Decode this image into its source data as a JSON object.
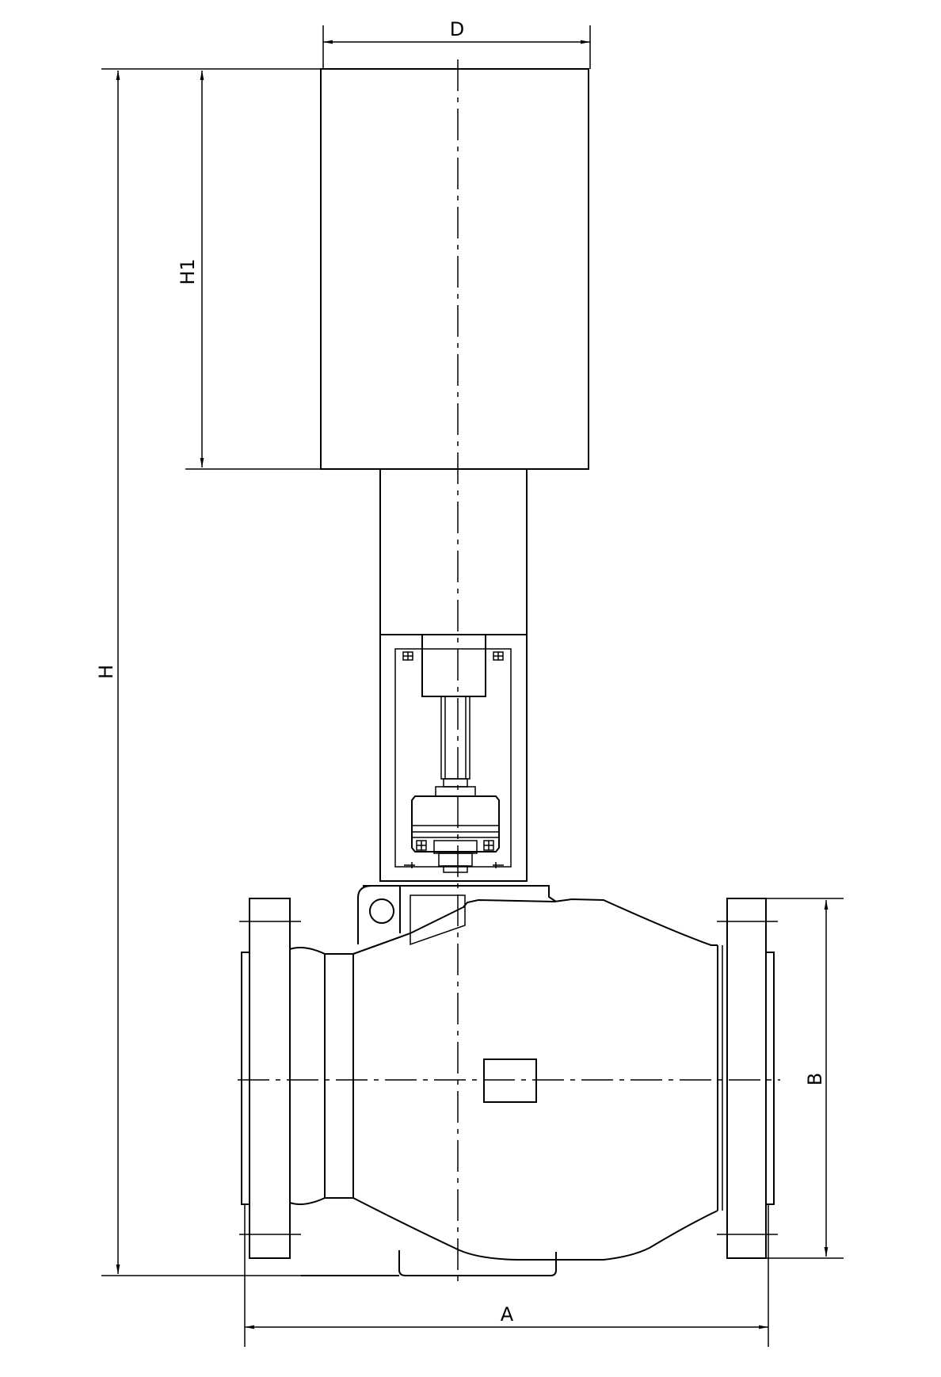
{
  "dimensions": {
    "D": "D",
    "H1": "H1",
    "H": "H",
    "B": "B",
    "A": "A"
  },
  "colors": {
    "line": "#000000",
    "background": "#ffffff"
  }
}
